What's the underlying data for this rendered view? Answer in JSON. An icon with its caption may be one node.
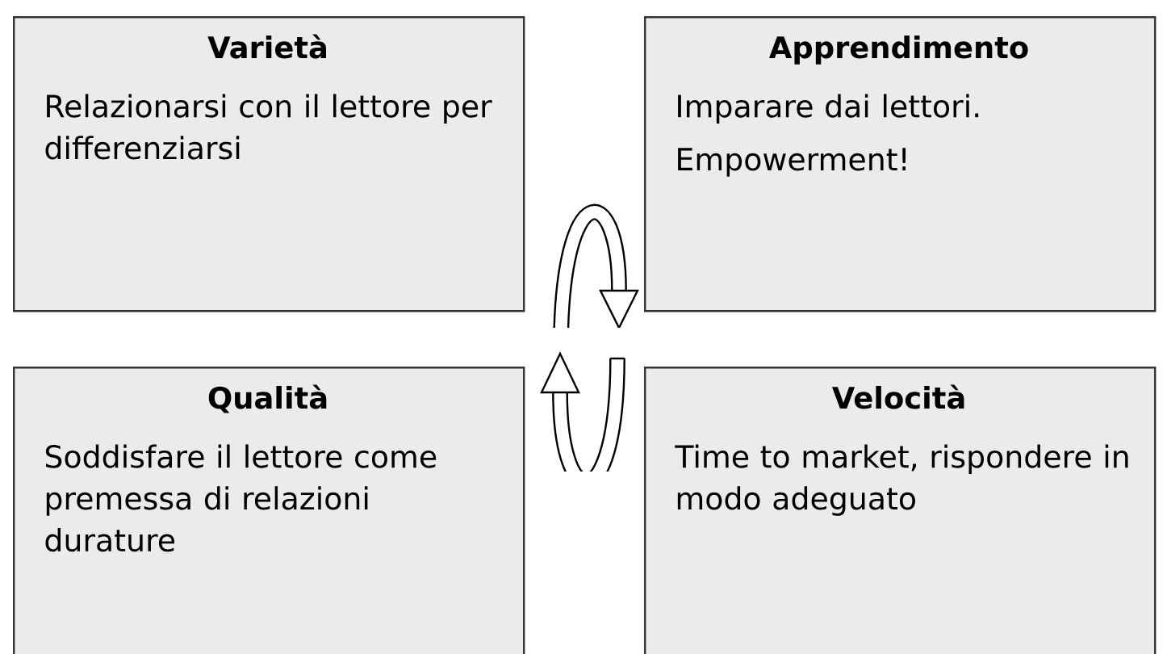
{
  "diagram": {
    "nodes": [
      {
        "text": [
          "Varietà",
          "Relazionarsi con il lettore per differenziarsi"
        ]
      },
      {
        "text": [
          "Apprendimento",
          "Imparare dai lettori.",
          "Empowerment!"
        ]
      },
      {
        "text": [
          "Qualità",
          "Soddisfare il lettore come premessa di relazioni durature"
        ]
      },
      {
        "text": [
          "Velocità",
          "Time to market, rispondere in modo adeguato"
        ]
      }
    ]
  }
}
